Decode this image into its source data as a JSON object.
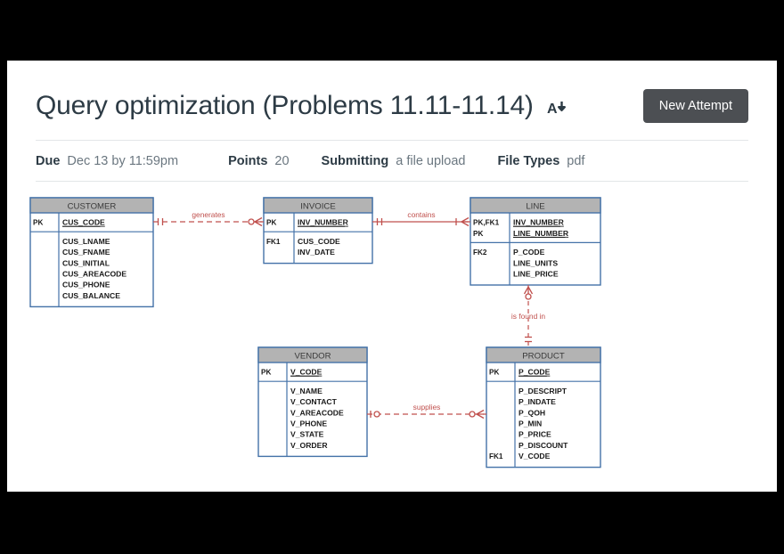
{
  "header": {
    "title": "Query optimization (Problems 11.11-11.14)",
    "reader_icon": "text-to-speech-icon",
    "new_attempt_label": "New Attempt",
    "button_color": "#4c4f53"
  },
  "meta": {
    "due_label": "Due",
    "due_value": "Dec 13 by 11:59pm",
    "points_label": "Points",
    "points_value": "20",
    "submitting_label": "Submitting",
    "submitting_value": "a file upload",
    "file_types_label": "File Types",
    "file_types_value": "pdf"
  },
  "erd": {
    "line_color": "#c0504d",
    "entity_border": "#4472a8",
    "entity_header_fill": "#b3b3b3",
    "entities": [
      {
        "name": "CUSTOMER",
        "key_rows": [
          {
            "tag": "PK",
            "field": "CUS_CODE"
          }
        ],
        "attr_rows": [
          {
            "tag": "",
            "field": "CUS_LNAME"
          },
          {
            "tag": "",
            "field": "CUS_FNAME"
          },
          {
            "tag": "",
            "field": "CUS_INITIAL"
          },
          {
            "tag": "",
            "field": "CUS_AREACODE"
          },
          {
            "tag": "",
            "field": "CUS_PHONE"
          },
          {
            "tag": "",
            "field": "CUS_BALANCE"
          }
        ]
      },
      {
        "name": "INVOICE",
        "key_rows": [
          {
            "tag": "PK",
            "field": "INV_NUMBER"
          }
        ],
        "attr_rows": [
          {
            "tag": "FK1",
            "field": "CUS_CODE"
          },
          {
            "tag": "",
            "field": "INV_DATE"
          }
        ]
      },
      {
        "name": "LINE",
        "key_rows": [
          {
            "tag": "PK,FK1",
            "field": "INV_NUMBER"
          },
          {
            "tag": "PK",
            "field": "LINE_NUMBER"
          }
        ],
        "attr_rows": [
          {
            "tag": "FK2",
            "field": "P_CODE"
          },
          {
            "tag": "",
            "field": "LINE_UNITS"
          },
          {
            "tag": "",
            "field": "LINE_PRICE"
          }
        ]
      },
      {
        "name": "VENDOR",
        "key_rows": [
          {
            "tag": "PK",
            "field": "V_CODE"
          }
        ],
        "attr_rows": [
          {
            "tag": "",
            "field": "V_NAME"
          },
          {
            "tag": "",
            "field": "V_CONTACT"
          },
          {
            "tag": "",
            "field": "V_AREACODE"
          },
          {
            "tag": "",
            "field": "V_PHONE"
          },
          {
            "tag": "",
            "field": "V_STATE"
          },
          {
            "tag": "",
            "field": "V_ORDER"
          }
        ]
      },
      {
        "name": "PRODUCT",
        "key_rows": [
          {
            "tag": "PK",
            "field": "P_CODE"
          }
        ],
        "attr_rows": [
          {
            "tag": "",
            "field": "P_DESCRIPT"
          },
          {
            "tag": "",
            "field": "P_INDATE"
          },
          {
            "tag": "",
            "field": "P_QOH"
          },
          {
            "tag": "",
            "field": "P_MIN"
          },
          {
            "tag": "",
            "field": "P_PRICE"
          },
          {
            "tag": "",
            "field": "P_DISCOUNT"
          },
          {
            "tag": "FK1",
            "field": "V_CODE"
          }
        ]
      }
    ],
    "relationships": [
      {
        "label": "generates",
        "from": "CUSTOMER",
        "to": "INVOICE",
        "style": "dashed"
      },
      {
        "label": "contains",
        "from": "INVOICE",
        "to": "LINE",
        "style": "solid"
      },
      {
        "label": "is found in",
        "from": "LINE",
        "to": "PRODUCT",
        "style": "dashed"
      },
      {
        "label": "supplies",
        "from": "VENDOR",
        "to": "PRODUCT",
        "style": "dashed"
      }
    ]
  }
}
